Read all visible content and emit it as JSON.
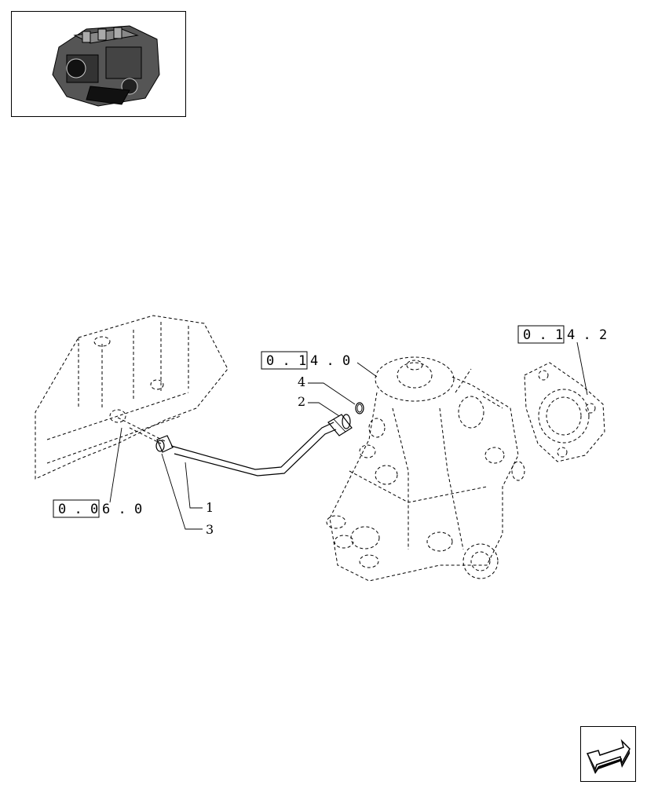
{
  "references": {
    "ref_upper_left": {
      "boxed": "0 . 1",
      "rest": "4 . 0"
    },
    "ref_upper_right": {
      "boxed": "0 . 1",
      "rest": "4 . 2"
    },
    "ref_lower_left": {
      "boxed": "0 . 0",
      "rest": "6 . 0"
    }
  },
  "callouts": {
    "part_1": "1",
    "part_2": "2",
    "part_3": "3",
    "part_4": "4"
  },
  "icons": {
    "thumbnail": "engine-thumbnail-icon",
    "navigation": "next-page-arrow-icon"
  }
}
